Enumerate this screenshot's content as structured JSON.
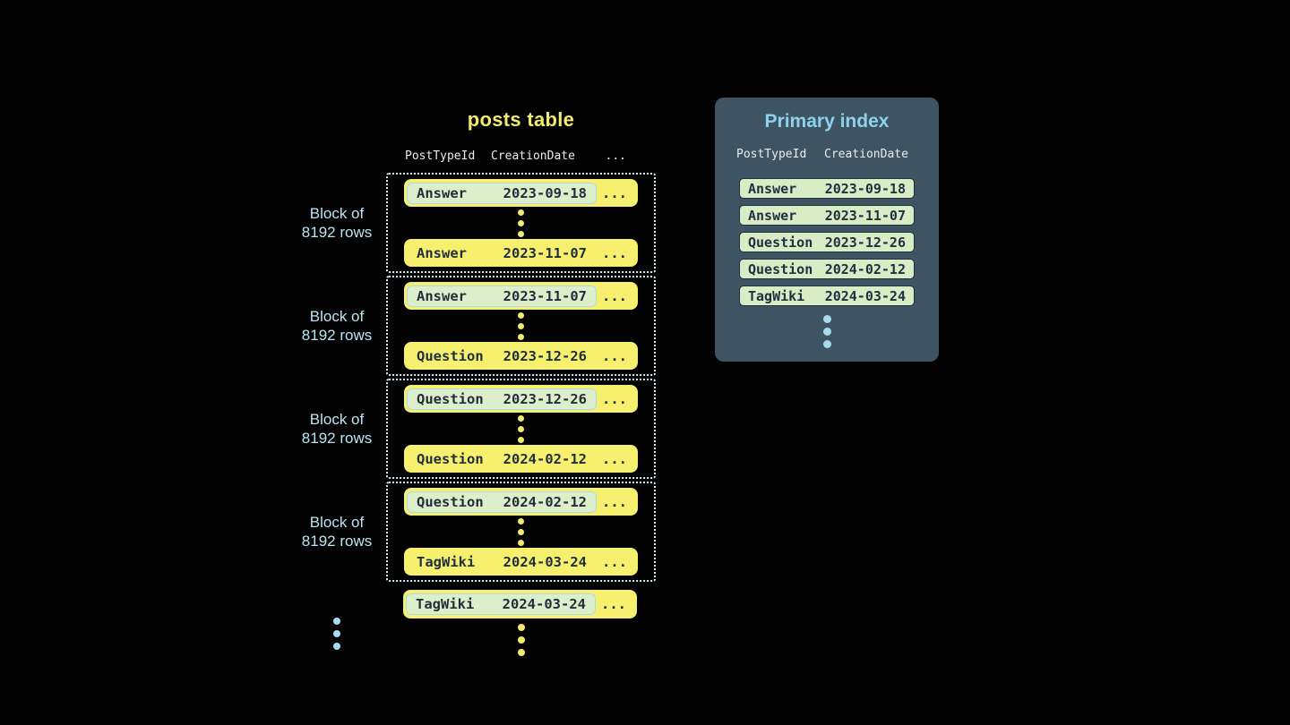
{
  "colors": {
    "background": "#020202",
    "row_yellow": "#f6f06e",
    "row_text_dark": "#1f2e3c",
    "highlight_fill": "#dcefca",
    "highlight_border": "#a9dcee",
    "block_dotted_border": "#dcf2fb",
    "block_label_blue": "#b9e4f3",
    "posts_title_yellow": "#f2ec6b",
    "panel_background": "#3e5463",
    "panel_title_blue": "#8ed2ec",
    "header_text": "#e9eef2",
    "index_row_fill": "#d8ecc6",
    "index_row_border": "#203040",
    "dot_blue": "#a7dbee",
    "dot_yellow": "#f1ea70"
  },
  "posts_table": {
    "title": "posts table",
    "headers": [
      "PostTypeId",
      "CreationDate",
      "..."
    ],
    "ellipsis": "...",
    "block_label": {
      "line1": "Block of",
      "line2": "8192 rows"
    },
    "blocks": [
      {
        "first": {
          "type": "Answer",
          "date": "2023-09-18"
        },
        "last": {
          "type": "Answer",
          "date": "2023-11-07"
        }
      },
      {
        "first": {
          "type": "Answer",
          "date": "2023-11-07"
        },
        "last": {
          "type": "Question",
          "date": "2023-12-26"
        }
      },
      {
        "first": {
          "type": "Question",
          "date": "2023-12-26"
        },
        "last": {
          "type": "Question",
          "date": "2024-02-12"
        }
      },
      {
        "first": {
          "type": "Question",
          "date": "2024-02-12"
        },
        "last": {
          "type": "TagWiki",
          "date": "2024-03-24"
        }
      }
    ],
    "overflow_row": {
      "type": "TagWiki",
      "date": "2024-03-24"
    }
  },
  "primary_index": {
    "title": "Primary index",
    "headers": [
      "PostTypeId",
      "CreationDate"
    ],
    "rows": [
      {
        "type": "Answer",
        "date": "2023-09-18"
      },
      {
        "type": "Answer",
        "date": "2023-11-07"
      },
      {
        "type": "Question",
        "date": "2023-12-26"
      },
      {
        "type": "Question",
        "date": "2024-02-12"
      },
      {
        "type": "TagWiki",
        "date": "2024-03-24"
      }
    ]
  }
}
